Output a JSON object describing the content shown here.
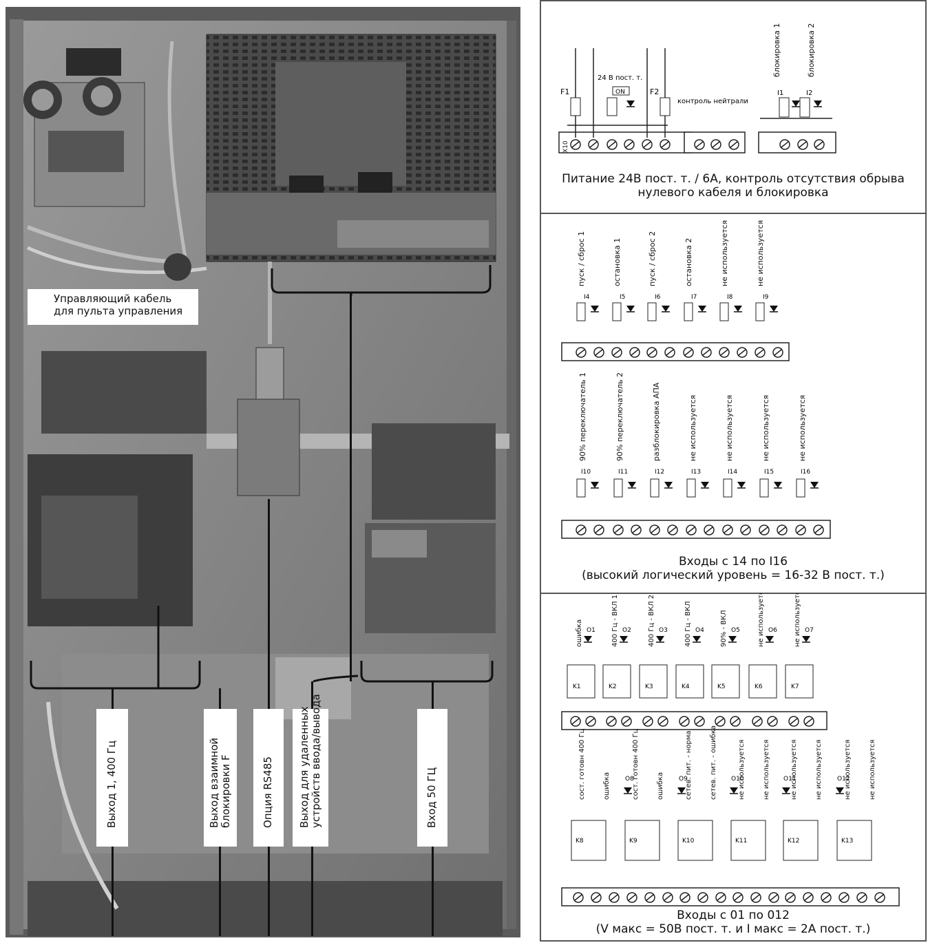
{
  "callouts": {
    "control_cable_1": "Управляющий кабель",
    "control_cable_2": "для  пульта управления",
    "out_400": "Выход 1, 400 Гц",
    "interlock_1": "Выход взаимной",
    "interlock_2": "блокировки F",
    "rs485": "Опция RS485",
    "remote_1": "Выход для удаленных",
    "remote_2": "устройств ввода/вывода",
    "in_50": "Вход 50 ГЦ"
  },
  "panel1": {
    "label_24v": "24 В пост. т.",
    "label_on": "ON",
    "label_f1": "F1",
    "label_f2": "F2",
    "neutral_label": "контроль нейтрали",
    "block1": "блокировка 1",
    "block2": "блокировка 2",
    "i1": "I1",
    "i2": "I2",
    "term_x10": "X10",
    "caption_1": "Питание 24В пост. т. / 6А, контроль отсутствия обрыва",
    "caption_2": "нулевого кабеля и блокировка"
  },
  "panel2": {
    "row1_labels": [
      "пуск / сброс 1",
      "остановка 1",
      "пуск / сброс 2",
      "остановка 2",
      "не используется",
      "не используется"
    ],
    "row1_inputs": [
      "I4",
      "I5",
      "I6",
      "I7",
      "I8",
      "I9"
    ],
    "row2_labels": [
      "90% переключатель 1",
      "90% переключатель 2",
      "разблокировка АПА",
      "не используется",
      "не используется",
      "не используется",
      "не используется"
    ],
    "row2_inputs": [
      "I10",
      "I11",
      "I12",
      "I13",
      "I14",
      "I15",
      "I16"
    ],
    "caption_1": "Входы с 14 по I16",
    "caption_2": "(высокий логический уровень = 16-32 В пост. т.)"
  },
  "panel3": {
    "row1_labels": [
      "ошибка",
      "400 Гц - ВКЛ 1",
      "400 Гц - ВКЛ 2",
      "400 Гц - ВКЛ",
      "90% - ВКЛ",
      "не используется",
      "не используется"
    ],
    "row1_outputs": [
      "O1",
      "O2",
      "O3",
      "O4",
      "O5",
      "O6",
      "O7"
    ],
    "row1_relays": [
      "K1",
      "K2",
      "K3",
      "K4",
      "K5",
      "K6",
      "K7"
    ],
    "row2_labels": [
      "сост. готовн 400 Гц",
      "ошибка",
      "сост. готовн 400 Гц",
      "ошибка",
      "сетев. пит. - норма",
      "сетев. пит. - ошибка",
      "не используется",
      "не используется",
      "не используется",
      "не используется",
      "не используется",
      "не используется"
    ],
    "row2_outputs": [
      "O8",
      "O9",
      "O10",
      "O11",
      "O12"
    ],
    "row2_relays": [
      "K8",
      "K9",
      "K10",
      "K11",
      "K12",
      "K13"
    ],
    "caption_1": "Входы с 01 по 012",
    "caption_2": "(V макс = 50В пост. т. и I макс = 2А пост. т.)"
  }
}
